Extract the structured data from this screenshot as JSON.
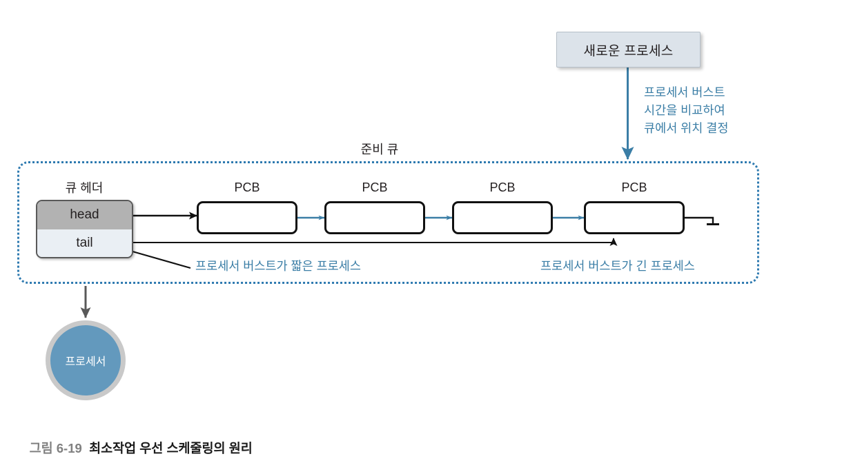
{
  "diagram": {
    "new_process_label": "새로운 프로세스",
    "annotation_right": "프로세서 버스트\n시간을 비교하여\n큐에서 위치 결정",
    "ready_queue_label": "준비 큐",
    "queue_header_label": "큐 헤더",
    "queue_header_rows": [
      {
        "name": "head",
        "label": "head",
        "fill": "#b2b2b2"
      },
      {
        "name": "tail",
        "label": "tail",
        "fill": "#eaeff4"
      }
    ],
    "pcb_nodes": [
      {
        "label": "PCB"
      },
      {
        "label": "PCB"
      },
      {
        "label": "PCB"
      },
      {
        "label": "PCB"
      }
    ],
    "annotation_short_burst": "프로세서 버스트가 짧은 프로세스",
    "annotation_long_burst": "프로세서 버스트가 긴 프로세스",
    "processor_label": "프로세서",
    "terminator": "ground-symbol"
  },
  "caption": {
    "figure_number": "그림 6-19",
    "separator": "  ",
    "title": "최소작업 우선 스케줄링의 원리"
  },
  "colors": {
    "annotation_blue": "#3b7ea6",
    "link_arrow_blue": "#3b7ea6",
    "dotted_border_blue": "#2e7ab0",
    "new_process_fill": "#dce3ea",
    "head_row_gray": "#b2b2b2",
    "tail_row_blue": "#eaeff4",
    "processor_fill": "#6399bd",
    "processor_ring": "#c9c9c9",
    "pcb_border": "#111111",
    "caption_number_gray": "#808080",
    "caption_title_black": "#1a1a1a"
  }
}
